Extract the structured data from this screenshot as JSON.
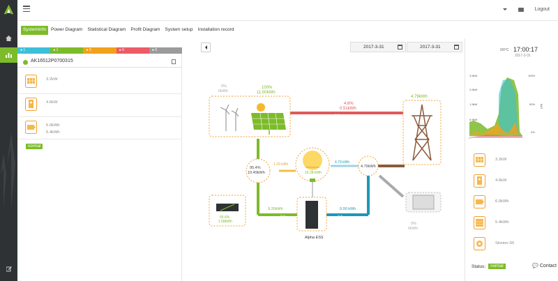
{
  "header": {
    "logout_label": "Logout"
  },
  "tabs": [
    "SystemInfo",
    "Power Diagram",
    "Statistical Diagram",
    "Profit Diagram",
    "System setup",
    "Installation record"
  ],
  "status_strip": [
    {
      "count": "1",
      "color": "#3bc0d9"
    },
    {
      "count": "1",
      "color": "#7dbb2a"
    },
    {
      "count": "0",
      "color": "#f2a11b"
    },
    {
      "count": "0",
      "color": "#ec5c65"
    },
    {
      "count": "0",
      "color": "#9b9b9b"
    }
  ],
  "device": {
    "sn": "AK16512P0700315",
    "status": "normal"
  },
  "left_items": [
    {
      "icon": "solar-panel-icon",
      "lines": [
        "3.2kW"
      ]
    },
    {
      "icon": "inverter-icon",
      "lines": [
        "4.6kW"
      ]
    },
    {
      "icon": "battery-icon",
      "lines": [
        "6.0kWh",
        "5.4kWh"
      ]
    }
  ],
  "dates": {
    "from": "2017-3-31",
    "to": "2017-3-31"
  },
  "diagram": {
    "wind": {
      "pct": "0%",
      "val": "0kWh"
    },
    "pv": {
      "pct": "100%",
      "val": "11.00kWh"
    },
    "export": {
      "pct": "4.6%",
      "val": "0.51kWh"
    },
    "grid_total": "4.79kWh",
    "self": {
      "pct": "95.4%",
      "val": "10.49kWh"
    },
    "flow_pv_to_load": "1.29 kWh",
    "load": "15.28 kWh",
    "flow_grid_to_load": "4.79 kWh",
    "grid_node": "4.79kWh",
    "battery": {
      "pct": "55.6%",
      "val": "1.58kWh"
    },
    "flow_to_ess": "9.20kWh",
    "flow_ess_to_load": "0.00 kWh",
    "ess_label": "Alpha ESS",
    "gen": {
      "pct": "0%",
      "val": "0kWh"
    }
  },
  "right": {
    "weather": "0/0°C",
    "time": "17:00:17",
    "date": "2017-3-31",
    "chart": {
      "left_axis": [
        "3.9kW",
        "2.9kW",
        "1.9kW",
        "0.9kW",
        "0"
      ],
      "right_axis": [
        "100%",
        "50%",
        "0%"
      ],
      "right_label": "BAT",
      "x0": "00"
    },
    "items": [
      {
        "icon": "solar-panel-icon",
        "label": "3.2kW"
      },
      {
        "icon": "inverter-icon",
        "label": "4.6kW"
      },
      {
        "icon": "battery-icon",
        "label": "6.0kWh"
      },
      {
        "icon": "battery-module-icon",
        "label": "5.4kWh"
      },
      {
        "icon": "storion-icon",
        "label": "Storion-S5"
      }
    ],
    "status_label": "Status:",
    "status_value": "normal",
    "contact_label": "Contact"
  }
}
